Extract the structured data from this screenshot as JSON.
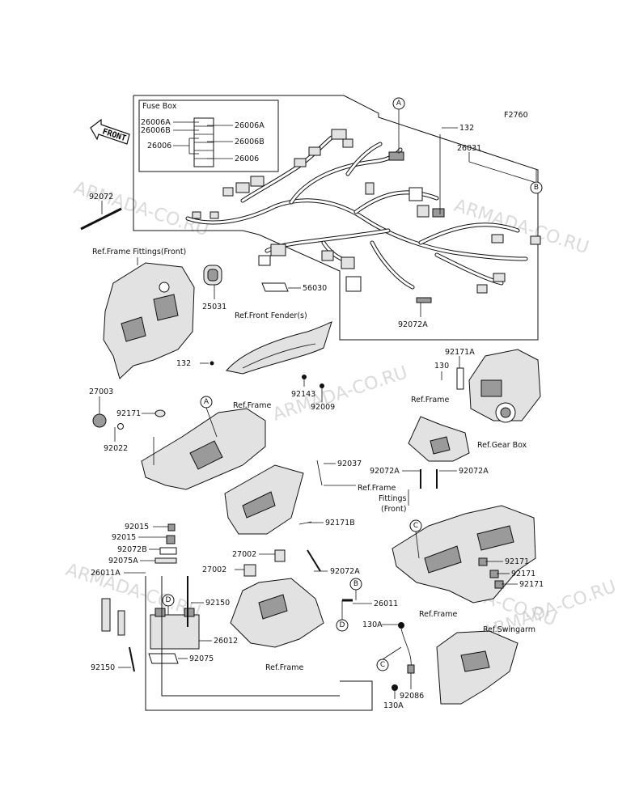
{
  "figure_code": "F2760",
  "front_arrow": "FRONT",
  "fuse_box": {
    "title": "Fuse Box",
    "left_labels": [
      "26006A",
      "26006B",
      "26006"
    ],
    "right_labels": [
      "26006A",
      "26006B",
      "26006"
    ]
  },
  "watermarks": [
    "ARMADA-CO.RU",
    "ARMADA-CO.RU",
    "ARMADA-CO.RU",
    "ARMADA-CO.RU",
    "ARMADA-CO.RU",
    "ARMADA-CO.RU"
  ],
  "callouts": [
    "A",
    "B",
    "A",
    "B",
    "C",
    "D",
    "D",
    "C"
  ],
  "part_labels": [
    "132",
    "26031",
    "92072",
    "25031",
    "56030",
    "92072A",
    "132",
    "92143",
    "92009",
    "27003",
    "92171",
    "92022",
    "92171A",
    "130",
    "92072A",
    "92072A",
    "92037",
    "92171B",
    "92015",
    "92015",
    "92072B",
    "92075A",
    "26011A",
    "27002",
    "27002",
    "92072A",
    "92150",
    "26011",
    "26012",
    "92075",
    "92150",
    "130A",
    "92086",
    "130A",
    "92171",
    "92171",
    "92171"
  ],
  "ref_labels": [
    "Ref.Frame Fittings(Front)",
    "Ref.Front Fender(s)",
    "Ref.Frame",
    "Ref.Frame",
    "Ref.Gear Box",
    "Ref.Frame",
    "Fittings",
    "(Front)",
    "Ref.Frame",
    "Ref.Frame",
    "Ref.Swingarm"
  ]
}
